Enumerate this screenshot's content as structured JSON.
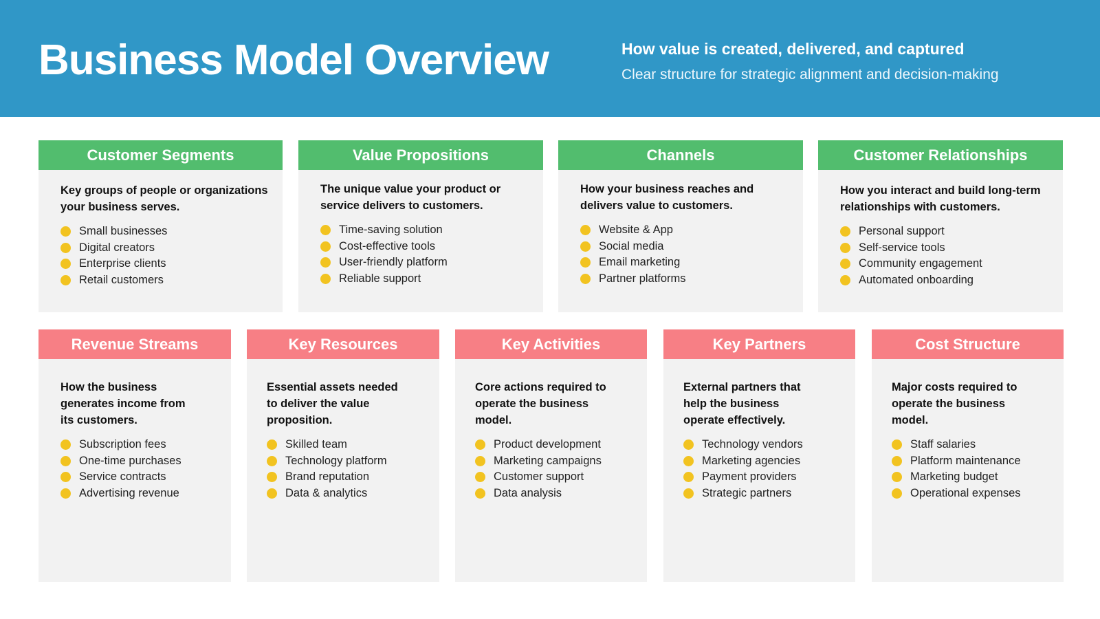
{
  "header": {
    "title": "Business Model Overview",
    "subtitle": "How value is created, delivered, and captured",
    "tagline": "Clear structure for strategic alignment and decision-making"
  },
  "colors": {
    "header_bg": "#3097c7",
    "green_header": "#52bd6e",
    "red_header": "#f77f85",
    "bullet": "#f2c320",
    "card_bg": "#f2f2f2"
  },
  "cards": [
    {
      "title": "Customer Segments",
      "description": "Key groups of people or organizations your business serves.",
      "items": [
        "Small businesses",
        "Digital creators",
        "Enterprise clients",
        "Retail customers"
      ]
    },
    {
      "title": "Value Propositions",
      "description": "The unique value your product or service delivers to customers.",
      "items": [
        "Time-saving solution",
        "Cost-effective tools",
        "User-friendly platform",
        "Reliable support"
      ]
    },
    {
      "title": "Channels",
      "description": "How your business reaches and delivers value to customers.",
      "items": [
        "Website & App",
        "Social media",
        "Email marketing",
        "Partner platforms"
      ]
    },
    {
      "title": "Customer Relationships",
      "description": "How you interact and build long-term relationships with customers.",
      "items": [
        "Personal support",
        "Self-service tools",
        "Community engagement",
        "Automated onboarding"
      ]
    },
    {
      "title": "Revenue Streams",
      "description": "How the business generates income from its customers.",
      "items": [
        "Subscription fees",
        "One-time purchases",
        "Service contracts",
        "Advertising revenue"
      ]
    },
    {
      "title": "Key Resources",
      "description": "Essential assets needed to deliver the value proposition.",
      "items": [
        "Skilled team",
        "Technology platform",
        "Brand reputation",
        "Data & analytics"
      ]
    },
    {
      "title": "Key Activities",
      "description": "Core actions required to operate the business model.",
      "items": [
        "Product development",
        "Marketing campaigns",
        "Customer support",
        "Data analysis"
      ]
    },
    {
      "title": "Key Partners",
      "description": "External partners that help the business operate effectively.",
      "items": [
        "Technology vendors",
        "Marketing agencies",
        "Payment providers",
        "Strategic partners"
      ]
    },
    {
      "title": "Cost Structure",
      "description": "Major costs required to operate the business model.",
      "items": [
        "Staff salaries",
        "Platform maintenance",
        "Marketing budget",
        "Operational expenses"
      ]
    }
  ]
}
